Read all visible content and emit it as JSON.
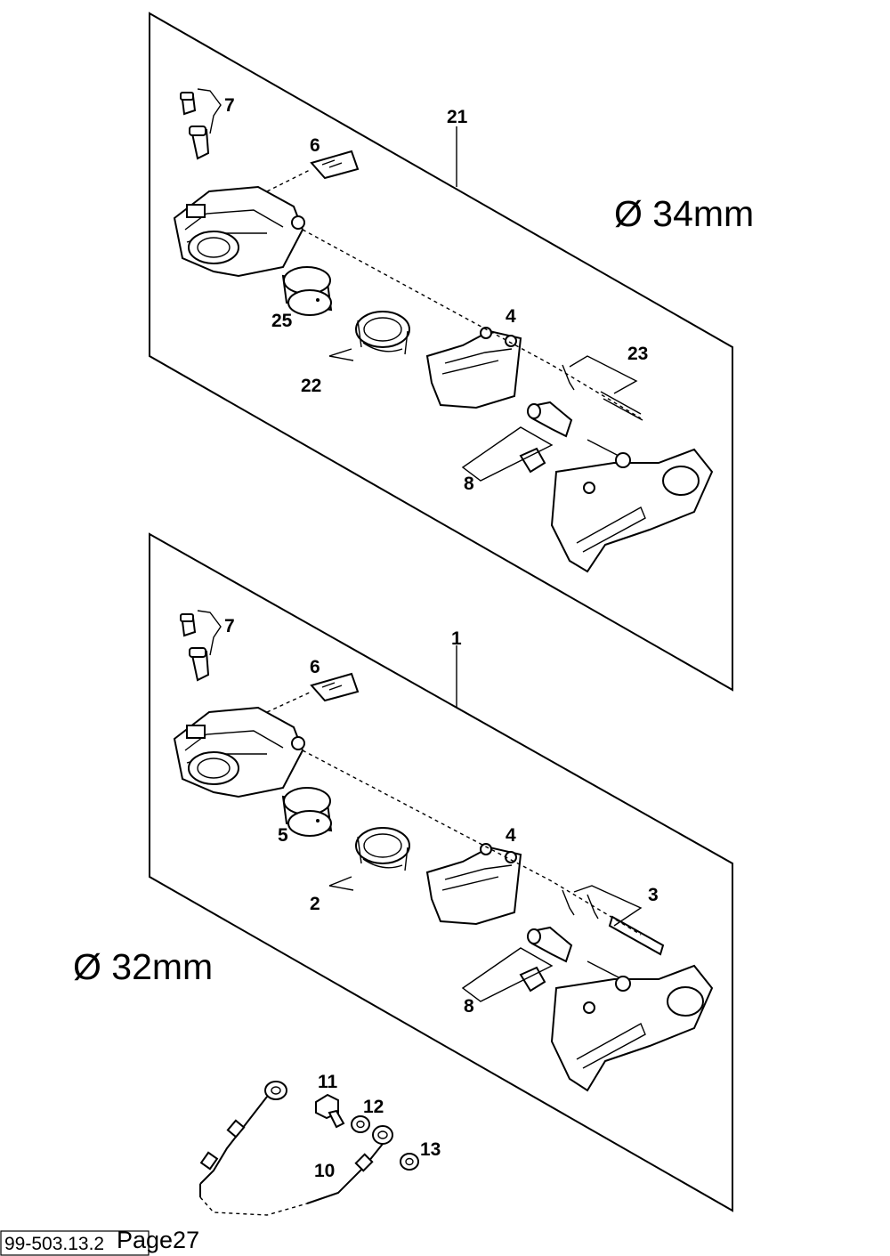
{
  "upper_assembly": {
    "assembly_no": "21",
    "diameter": "Ø 34mm",
    "callouts": {
      "bleeder": "7",
      "pad_spring": "6",
      "piston": "25",
      "seal_kit": "22",
      "pads": "4",
      "pin_kit": "23",
      "guide_kit": "8"
    }
  },
  "lower_assembly": {
    "assembly_no": "1",
    "diameter": "Ø 32mm",
    "callouts": {
      "bleeder": "7",
      "pad_spring": "6",
      "piston": "5",
      "seal_kit": "2",
      "pads": "4",
      "pin_kit": "3",
      "guide_kit": "8"
    }
  },
  "brake_line": {
    "callouts": {
      "banjo_bolt": "11",
      "washer": "12",
      "hose": "10",
      "washer_small": "13"
    }
  },
  "footer": {
    "doc_number": "99-503.13.2",
    "page_label": "Page27"
  }
}
